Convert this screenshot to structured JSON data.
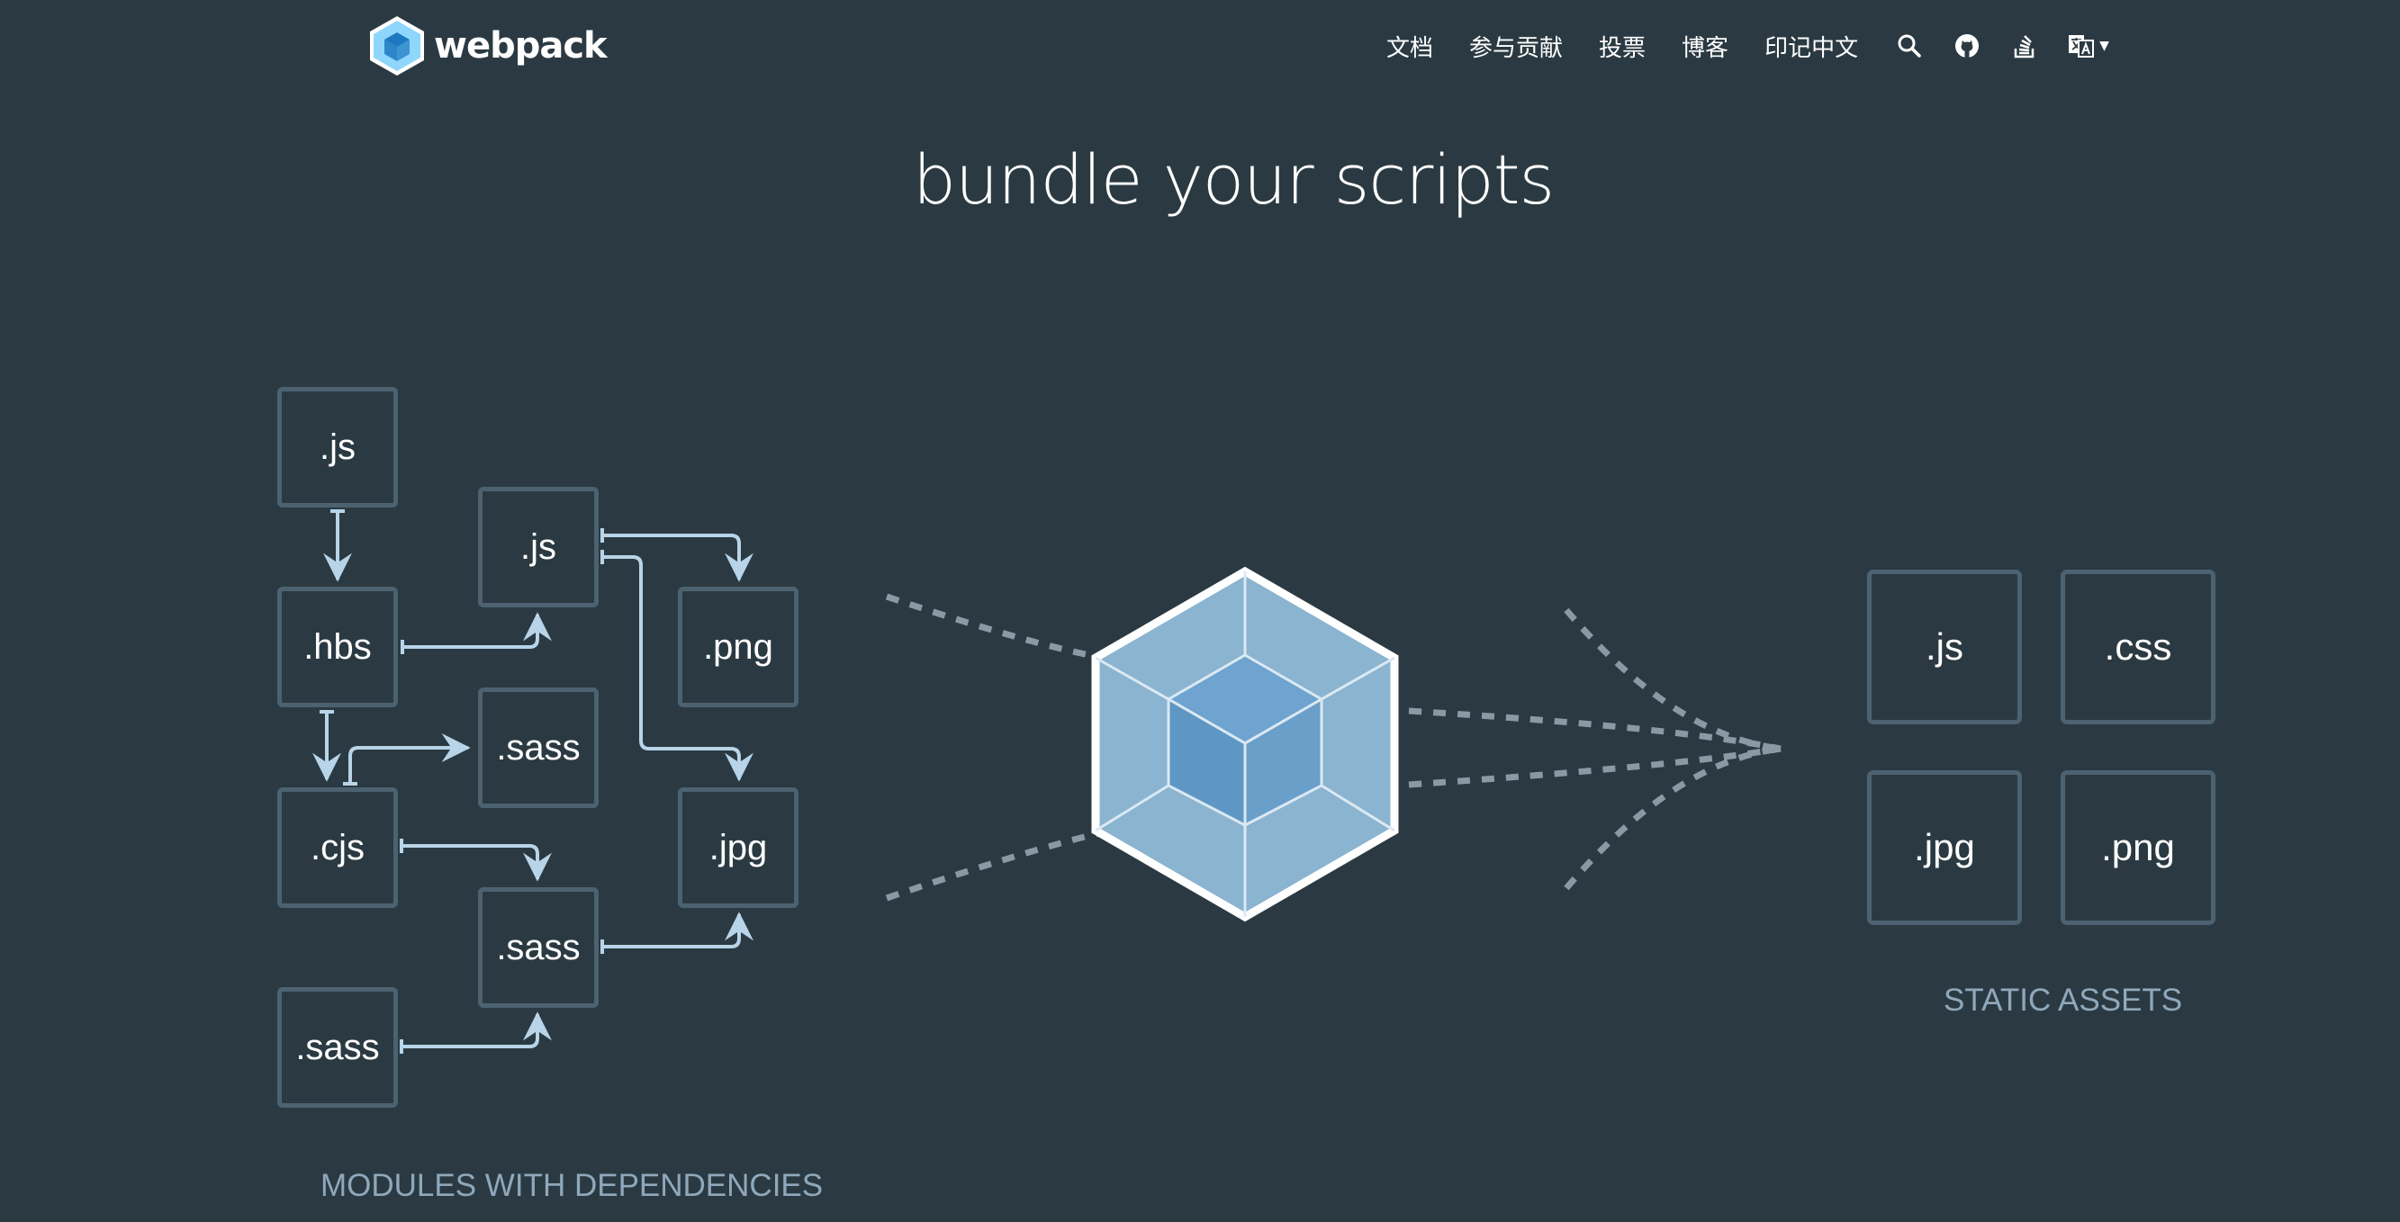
{
  "header": {
    "logo_text": "webpack",
    "nav": [
      {
        "label": "文档"
      },
      {
        "label": "参与贡献"
      },
      {
        "label": "投票"
      },
      {
        "label": "博客"
      },
      {
        "label": "印记中文"
      }
    ],
    "icons": [
      "search-icon",
      "github-icon",
      "stack-overflow-icon",
      "language-icon"
    ]
  },
  "hero": {
    "title": "bundle your scripts"
  },
  "modules": {
    "items": [
      {
        "label": ".js"
      },
      {
        "label": ".hbs"
      },
      {
        "label": ".cjs"
      },
      {
        "label": ".sass"
      },
      {
        "label": ".js"
      },
      {
        "label": ".sass"
      },
      {
        "label": ".sass"
      },
      {
        "label": ".png"
      },
      {
        "label": ".jpg"
      }
    ],
    "caption": "MODULES WITH DEPENDENCIES"
  },
  "assets": {
    "items": [
      {
        "label": ".js"
      },
      {
        "label": ".css"
      },
      {
        "label": ".jpg"
      },
      {
        "label": ".png"
      }
    ],
    "caption": "STATIC ASSETS"
  },
  "colors": {
    "background": "#2b3a42",
    "box_border": "#4c6270",
    "arrow": "#b8d4e8",
    "dash": "#8a9aa5",
    "caption": "#8fa8bb",
    "cube_light": "#8ab4d0",
    "cube_dark": "#6fa0c8"
  }
}
